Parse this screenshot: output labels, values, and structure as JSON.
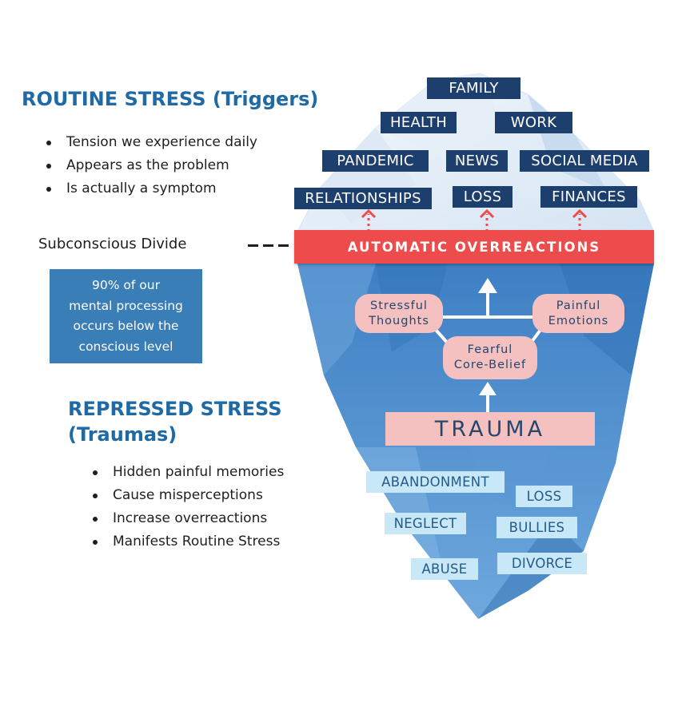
{
  "left": {
    "routine_heading": "ROUTINE STRESS (Triggers)",
    "routine_points": [
      "Tension we experience daily",
      "Appears as the problem",
      "Is actually a symptom"
    ],
    "divide_label": "Subconscious Divide",
    "info_box": {
      "lines": [
        "90% of our",
        "mental processing",
        "occurs below the",
        "conscious level"
      ]
    },
    "repressed_heading_line1": "REPRESSED STRESS",
    "repressed_heading_line2": "(Traumas)",
    "repressed_points": [
      "Hidden painful memories",
      "Cause misperceptions",
      "Increase overreactions",
      "Manifests Routine Stress"
    ]
  },
  "iceberg": {
    "triggers": {
      "family": "FAMILY",
      "health": "HEALTH",
      "work": "WORK",
      "pandemic": "PANDEMIC",
      "news": "NEWS",
      "social_media": "SOCIAL MEDIA",
      "relationships": "RELATIONSHIPS",
      "loss": "LOSS",
      "finances": "FINANCES"
    },
    "band_label": "AUTOMATIC OVERREACTIONS",
    "stressful_thoughts": [
      "Stressful",
      "Thoughts"
    ],
    "painful_emotions": [
      "Painful",
      "Emotions"
    ],
    "fearful_core_belief": [
      "Fearful",
      "Core-Belief"
    ],
    "trauma_label": "TRAUMA",
    "traumas": {
      "abandonment": "ABANDONMENT",
      "loss": "LOSS",
      "neglect": "NEGLECT",
      "bullies": "BULLIES",
      "abuse": "ABUSE",
      "divorce": "DIVORCE"
    }
  },
  "colors": {
    "heading_blue": "#1f6aa5",
    "navy_tag": "#1d3f6e",
    "light_tag": "#c9e8f7",
    "red_band": "#ee4c4c",
    "pink": "#f4c0c0",
    "iceberg_blue": "#4d8ed0"
  }
}
